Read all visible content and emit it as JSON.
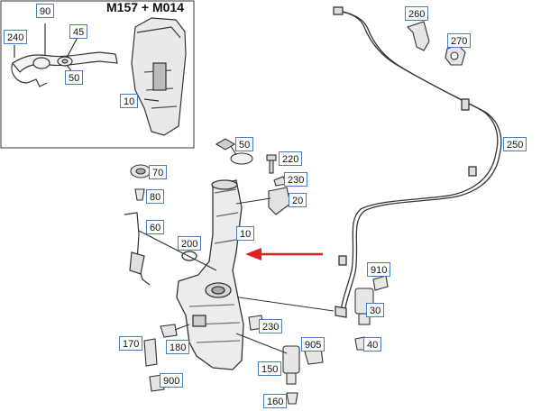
{
  "inset": {
    "title": "M157 + M014"
  },
  "callouts": [
    "90",
    "45",
    "240",
    "50",
    "10",
    "260",
    "270",
    "250",
    "50",
    "220",
    "70",
    "230",
    "80",
    "20",
    "60",
    "10",
    "200",
    "910",
    "30",
    "230",
    "40",
    "170",
    "180",
    "905",
    "150",
    "900",
    "160"
  ],
  "colors": {
    "callout_border": "#4a7dbf",
    "arrow": "#e02020",
    "line": "#333333"
  }
}
